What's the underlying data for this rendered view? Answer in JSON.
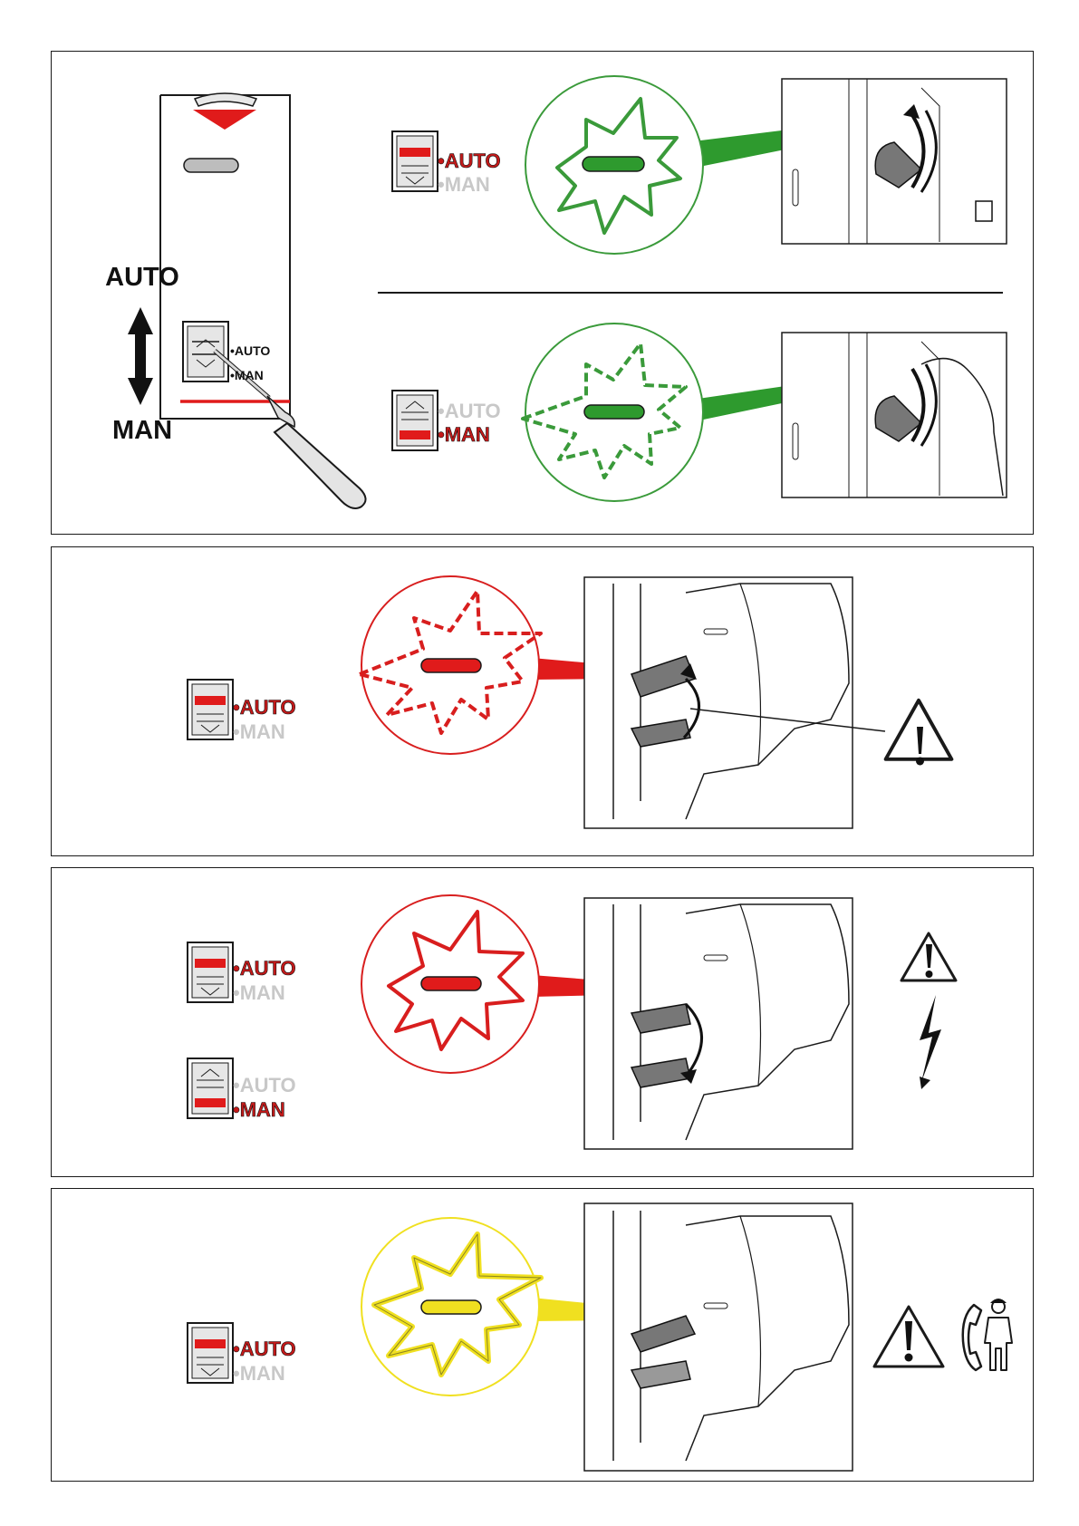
{
  "labels": {
    "auto": "AUTO",
    "man": "MAN",
    "bullet_auto": "•AUTO",
    "bullet_man": "•MAN",
    "dot": "•"
  },
  "colors": {
    "green": "#3a9a3a",
    "red": "#d81e1e",
    "yellow": "#f0e020",
    "inactive": "#c8c8c8",
    "active_text": "#c41a1a",
    "line": "#1a1a1a"
  },
  "icons": [
    "warning-icon",
    "electric-hazard-icon",
    "technician-icon",
    "phone-icon",
    "screwdriver-icon",
    "double-arrow-icon"
  ]
}
